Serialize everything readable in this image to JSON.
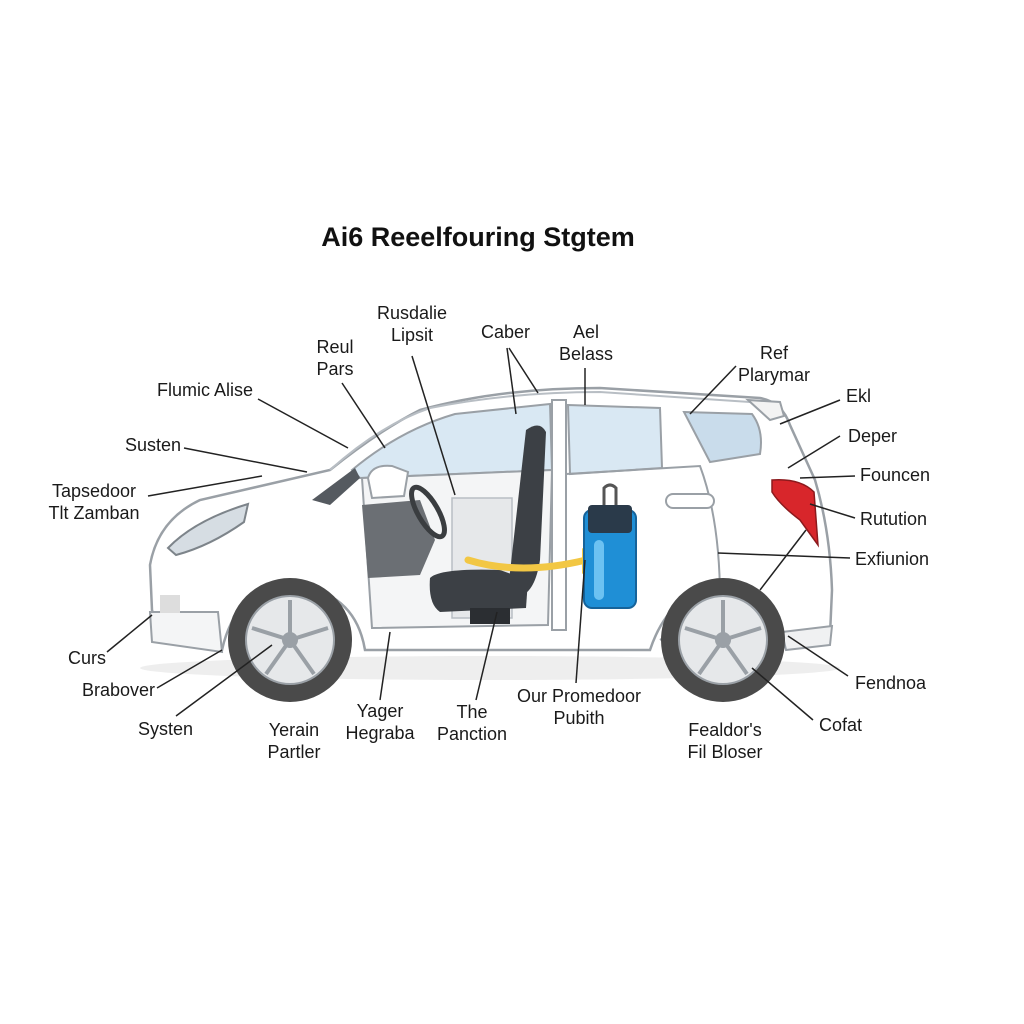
{
  "title": "Ai6 Reeelfouring Stgtem",
  "labels": {
    "rusdalie": [
      "Rusdalie",
      "Lipsit"
    ],
    "reul": [
      "Reul",
      "Pars"
    ],
    "caber": "Caber",
    "ael": [
      "Ael",
      "Belass"
    ],
    "ref": [
      "Ref",
      "Plarymar"
    ],
    "ekl": "Ekl",
    "flumic": "Flumic Alise",
    "susten": "Susten",
    "deper": "Deper",
    "tapsedoor": [
      "Tapsedoor",
      "Tlt Zamban"
    ],
    "founcen": "Founcen",
    "rutution": "Rutution",
    "exfiunion": "Exfiunion",
    "curs": "Curs",
    "brabover": "Brabover",
    "systen": "Systen",
    "yerain": [
      "Yerain",
      "Partler"
    ],
    "yager": [
      "Yager",
      "Hegraba"
    ],
    "the": [
      "The",
      "Panction"
    ],
    "ourpro": [
      "Our Promedoor",
      "Pubith"
    ],
    "fendnoa": "Fendnoa",
    "feald": [
      "Fealdor's",
      "Fil Bloser"
    ],
    "cofat": "Cofat"
  },
  "colors": {
    "body": "#ffffff",
    "outline": "#9aa0a6",
    "glass": "#d9e8f3",
    "tire": "#4a4a4a",
    "canister": "#1f8fd6",
    "arrow": "#f2c744",
    "taillight": "#d8262b"
  }
}
